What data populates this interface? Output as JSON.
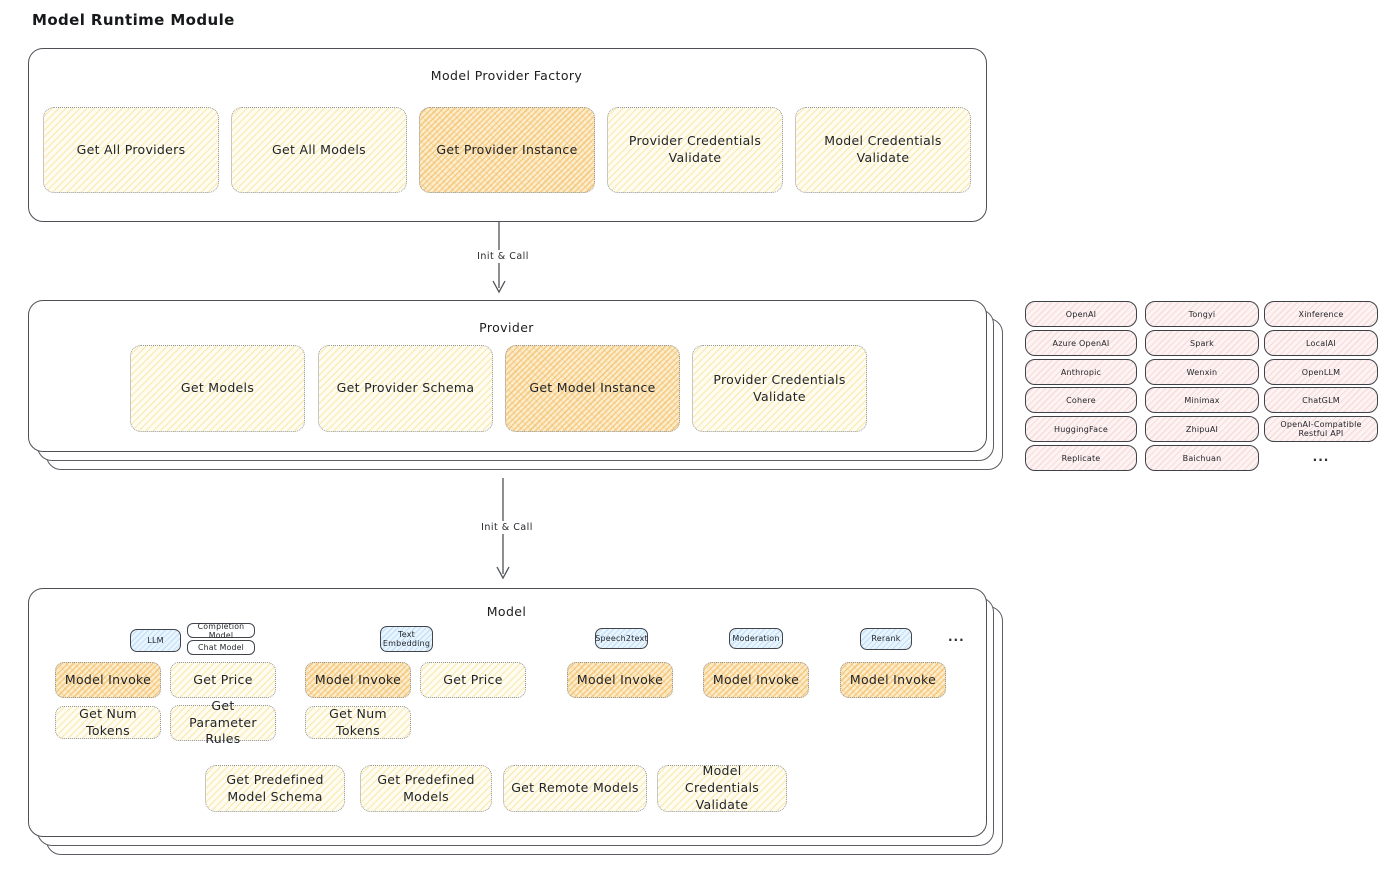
{
  "page_title": "Model Runtime Module",
  "factory": {
    "title": "Model Provider Factory",
    "methods": [
      {
        "label": "Get All Providers",
        "highlighted": false
      },
      {
        "label": "Get All Models",
        "highlighted": false
      },
      {
        "label": "Get Provider Instance",
        "highlighted": true
      },
      {
        "label": "Provider Credentials Validate",
        "highlighted": false
      },
      {
        "label": "Model Credentials Validate",
        "highlighted": false
      }
    ]
  },
  "arrows": [
    {
      "label": "Init & Call"
    },
    {
      "label": "Init & Call"
    }
  ],
  "provider": {
    "title": "Provider",
    "methods": [
      {
        "label": "Get Models",
        "highlighted": false
      },
      {
        "label": "Get Provider Schema",
        "highlighted": false
      },
      {
        "label": "Get Model Instance",
        "highlighted": true
      },
      {
        "label": "Provider Credentials Validate",
        "highlighted": false
      }
    ]
  },
  "providers_grid": {
    "items": [
      "OpenAI",
      "Tongyi",
      "Xinference",
      "Azure OpenAI",
      "Spark",
      "LocalAI",
      "Anthropic",
      "Wenxin",
      "OpenLLM",
      "Cohere",
      "Minimax",
      "ChatGLM",
      "HuggingFace",
      "ZhipuAI",
      "OpenAI-Compatible Restful API",
      "Replicate",
      "Baichuan"
    ],
    "more": "..."
  },
  "model": {
    "title": "Model",
    "tabs": [
      {
        "label": "LLM"
      },
      {
        "label": "Completion Model"
      },
      {
        "label": "Chat Model"
      },
      {
        "label": "Text Embedding"
      },
      {
        "label": "Speech2text"
      },
      {
        "label": "Moderation"
      },
      {
        "label": "Rerank"
      }
    ],
    "tabs_more": "...",
    "row1": [
      {
        "label": "Model Invoke",
        "highlighted": true
      },
      {
        "label": "Get Price",
        "highlighted": false
      },
      {
        "label": "Model Invoke",
        "highlighted": true
      },
      {
        "label": "Get Price",
        "highlighted": false
      },
      {
        "label": "Model Invoke",
        "highlighted": true
      },
      {
        "label": "Model Invoke",
        "highlighted": true
      },
      {
        "label": "Model Invoke",
        "highlighted": true
      }
    ],
    "row2": [
      {
        "label": "Get Num Tokens"
      },
      {
        "label": "Get Parameter Rules"
      },
      {
        "label": "Get Num Tokens"
      }
    ],
    "row3": [
      {
        "label": "Get Predefined Model Schema"
      },
      {
        "label": "Get Predefined Models"
      },
      {
        "label": "Get Remote Models"
      },
      {
        "label": "Model Credentials Validate"
      }
    ]
  },
  "colors": {
    "ink": "#1e1e1e",
    "panel_border": "#4d5055",
    "cream_fill": "#fff9db",
    "highlight_orange": "#f3ba5f",
    "tab_blue": "#a4d4f6",
    "provider_pink": "#f3c6c6"
  }
}
